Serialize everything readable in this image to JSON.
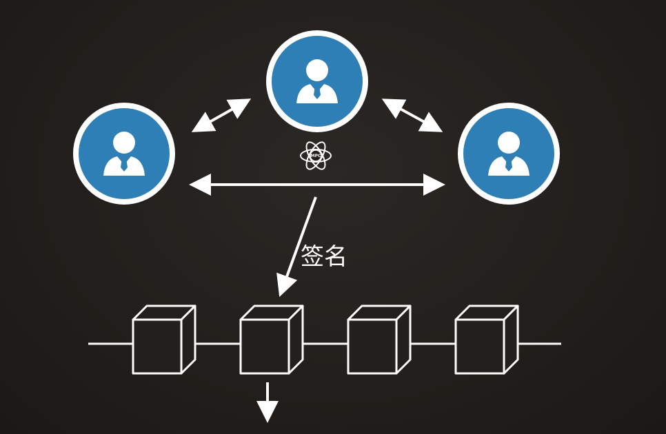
{
  "diagram": {
    "sign_label": "签名",
    "center_icon_text": "MPC",
    "colors": {
      "background": "#231f1c",
      "node_fill": "#2f7fb7",
      "stroke": "#ffffff"
    },
    "icons": {
      "participant": "person-with-tie-icon",
      "center": "atom-mpc-icon",
      "ledger_block": "cube-icon"
    },
    "participants": [
      {
        "id": "participant-left"
      },
      {
        "id": "participant-top"
      },
      {
        "id": "participant-right"
      }
    ],
    "blocks": [
      {
        "id": "block-1"
      },
      {
        "id": "block-2"
      },
      {
        "id": "block-3"
      },
      {
        "id": "block-4"
      }
    ]
  }
}
